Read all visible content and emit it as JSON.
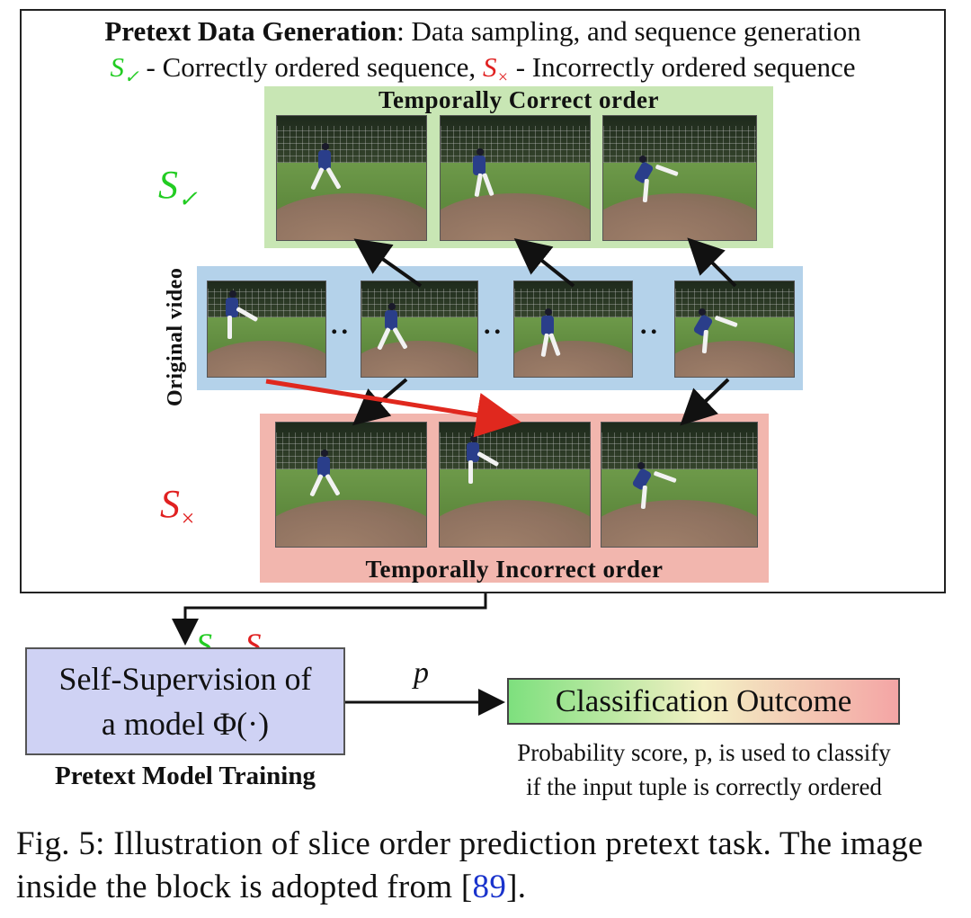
{
  "header": {
    "title_bold": "Pretext Data Generation",
    "title_rest": ":  Data sampling, and sequence generation",
    "s_symbol": "S",
    "check_mark": "✓",
    "cross_mark": "×",
    "correct_text": " - Correctly ordered sequence, ",
    "incorrect_text": " - Incorrectly ordered sequence"
  },
  "bands": {
    "correct_title": "Temporally Correct order",
    "incorrect_title": "Temporally Incorrect order",
    "original_label": "Original video",
    "ellipsis": ".."
  },
  "flow": {
    "sequence_label_separator": ", ",
    "p_label": "p"
  },
  "self_box": {
    "line1": "Self-Supervision of",
    "line2": "a model Φ(·)"
  },
  "pretext_training_label": "Pretext Model Training",
  "classification_box": "Classification Outcome",
  "probability_text_line1": "Probability score, p, is used to classify",
  "probability_text_line2": "if the input tuple is correctly ordered",
  "caption": {
    "text_before_ref": "Fig. 5: Illustration of slice order prediction pretext task. The image inside the block is adopted from [",
    "ref": "89",
    "text_after_ref": "]."
  },
  "colors": {
    "green_symbol": "#22cc22",
    "red_symbol": "#e02020",
    "band_green": "#c8e6b4",
    "band_blue": "#b4d2ea",
    "band_red": "#f2b6ae",
    "self_box": "#cfd2f4",
    "red_arrow": "#e0281e"
  }
}
